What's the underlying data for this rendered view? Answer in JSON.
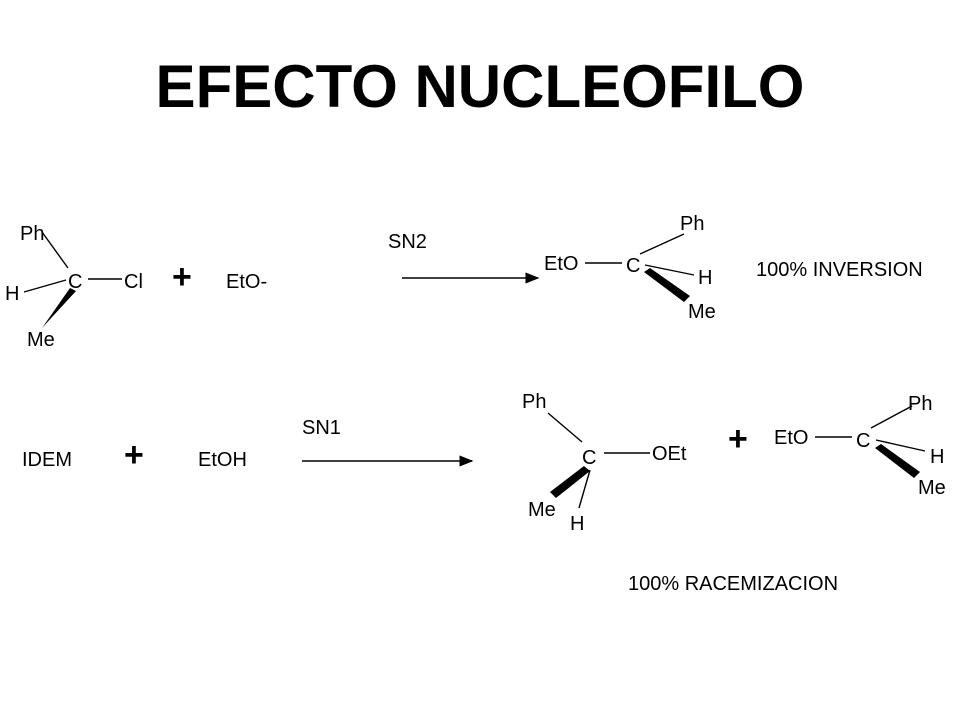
{
  "title": "EFECTO NUCLEOFILO",
  "reaction1": {
    "reactant": {
      "ph": "Ph",
      "c": "C",
      "cl": "Cl",
      "h": "H",
      "me": "Me"
    },
    "plus": "+",
    "nucleophile": "EtO-",
    "condition": "SN2",
    "product": {
      "eto": "EtO",
      "c": "C",
      "ph": "Ph",
      "h": "H",
      "me": "Me"
    },
    "result": "100% INVERSION"
  },
  "reaction2": {
    "reactant": "IDEM",
    "plus1": "+",
    "nucleophile": "EtOH",
    "condition": "SN1",
    "product1": {
      "ph": "Ph",
      "c": "C",
      "oet": "OEt",
      "me": "Me",
      "h": "H"
    },
    "plus2": "+",
    "product2": {
      "eto": "EtO",
      "c": "C",
      "ph": "Ph",
      "h": "H",
      "me": "Me"
    },
    "result": "100% RACEMIZACION"
  },
  "colors": {
    "ink": "#000000",
    "background": "#ffffff"
  }
}
